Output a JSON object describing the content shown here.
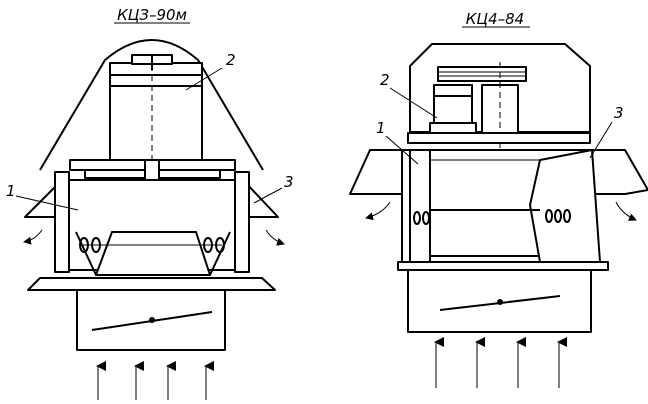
{
  "left_unit": {
    "title": "КЦЗ–90м",
    "labels": {
      "motor": "2",
      "frame": "1",
      "hood": "3"
    }
  },
  "right_unit": {
    "title": "КЦ4–84",
    "labels": {
      "motor": "2",
      "frame": "1",
      "hood": "3"
    }
  }
}
